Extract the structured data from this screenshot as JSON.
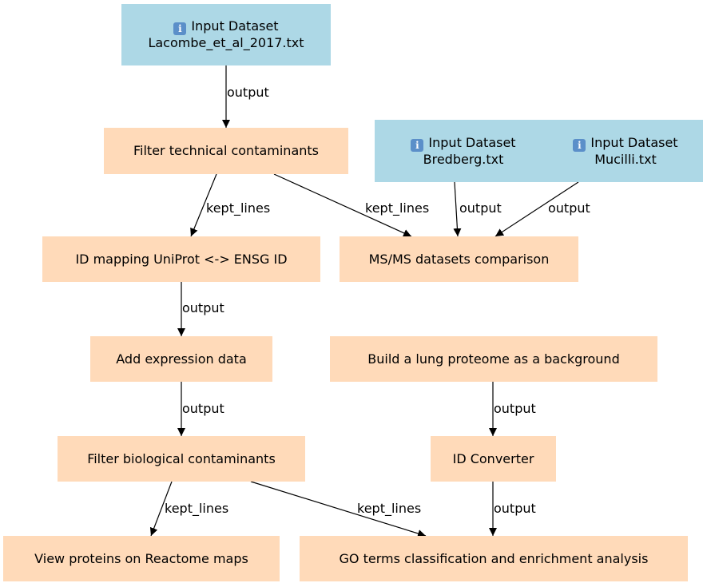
{
  "icons": {
    "input": "info-icon"
  },
  "colors": {
    "input_fill": "#add8e6",
    "tool_fill": "#ffdab9",
    "edge": "#000000"
  },
  "nodes": {
    "input_lacombe": {
      "title": "Input Dataset",
      "subtitle": "Lacombe_et_al_2017.txt"
    },
    "input_bredberg": {
      "title": "Input Dataset",
      "subtitle": "Bredberg.txt"
    },
    "input_mucilli": {
      "title": "Input Dataset",
      "subtitle": "Mucilli.txt"
    },
    "filter_tech": {
      "label": "Filter technical contaminants"
    },
    "id_mapping": {
      "label": "ID mapping UniProt <-> ENSG ID"
    },
    "msms": {
      "label": "MS/MS datasets comparison"
    },
    "add_expr": {
      "label": "Add expression data"
    },
    "lung_bg": {
      "label": "Build a lung proteome as a background"
    },
    "filter_bio": {
      "label": "Filter biological contaminants"
    },
    "id_conv": {
      "label": "ID Converter"
    },
    "reactome": {
      "label": "View proteins on Reactome maps"
    },
    "go_terms": {
      "label": "GO terms classification and enrichment analysis"
    }
  },
  "edges": [
    {
      "from": "input_lacombe",
      "to": "filter_tech",
      "label": "output"
    },
    {
      "from": "filter_tech",
      "to": "id_mapping",
      "label": "kept_lines"
    },
    {
      "from": "filter_tech",
      "to": "msms",
      "label": "kept_lines"
    },
    {
      "from": "input_bredberg",
      "to": "msms",
      "label": "output"
    },
    {
      "from": "input_mucilli",
      "to": "msms",
      "label": "output"
    },
    {
      "from": "id_mapping",
      "to": "add_expr",
      "label": "output"
    },
    {
      "from": "add_expr",
      "to": "filter_bio",
      "label": "output"
    },
    {
      "from": "lung_bg",
      "to": "id_conv",
      "label": "output"
    },
    {
      "from": "filter_bio",
      "to": "reactome",
      "label": "kept_lines"
    },
    {
      "from": "filter_bio",
      "to": "go_terms",
      "label": "kept_lines"
    },
    {
      "from": "id_conv",
      "to": "go_terms",
      "label": "output"
    }
  ]
}
